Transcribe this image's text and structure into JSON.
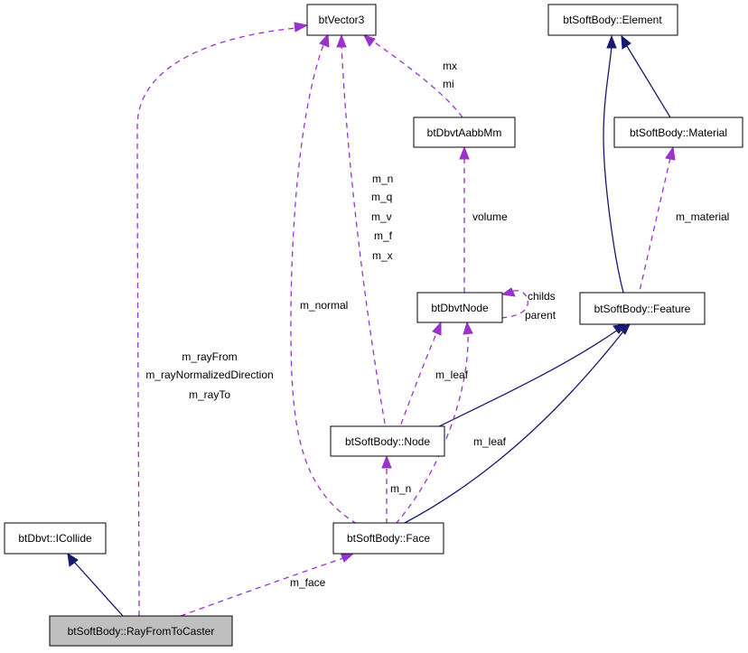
{
  "nodes": {
    "btVector3": "btVector3",
    "element": "btSoftBody::Element",
    "aabbmm": "btDbvtAabbMm",
    "material": "btSoftBody::Material",
    "dbvtnode": "btDbvtNode",
    "feature": "btSoftBody::Feature",
    "node": "btSoftBody::Node",
    "icollide": "btDbvt::ICollide",
    "face": "btSoftBody::Face",
    "caster": "btSoftBody::RayFromToCaster"
  },
  "labels": {
    "mx": "mx",
    "mi": "mi",
    "m_n_top": "m_n",
    "m_q": "m_q",
    "m_v": "m_v",
    "m_f": "m_f",
    "m_x": "m_x",
    "volume": "volume",
    "m_material": "m_material",
    "childs": "childs",
    "parent": "parent",
    "m_normal": "m_normal",
    "m_rayFrom": "m_rayFrom",
    "m_rayNormalizedDirection": "m_rayNormalizedDirection",
    "m_rayTo": "m_rayTo",
    "m_leaf_left": "m_leaf",
    "m_leaf_right": "m_leaf",
    "m_n_bottom": "m_n",
    "m_face": "m_face"
  },
  "colors": {
    "inheritance_edge": "#191970",
    "usage_edge": "#9a32cd",
    "current_node_fill": "#bfbfbf"
  }
}
